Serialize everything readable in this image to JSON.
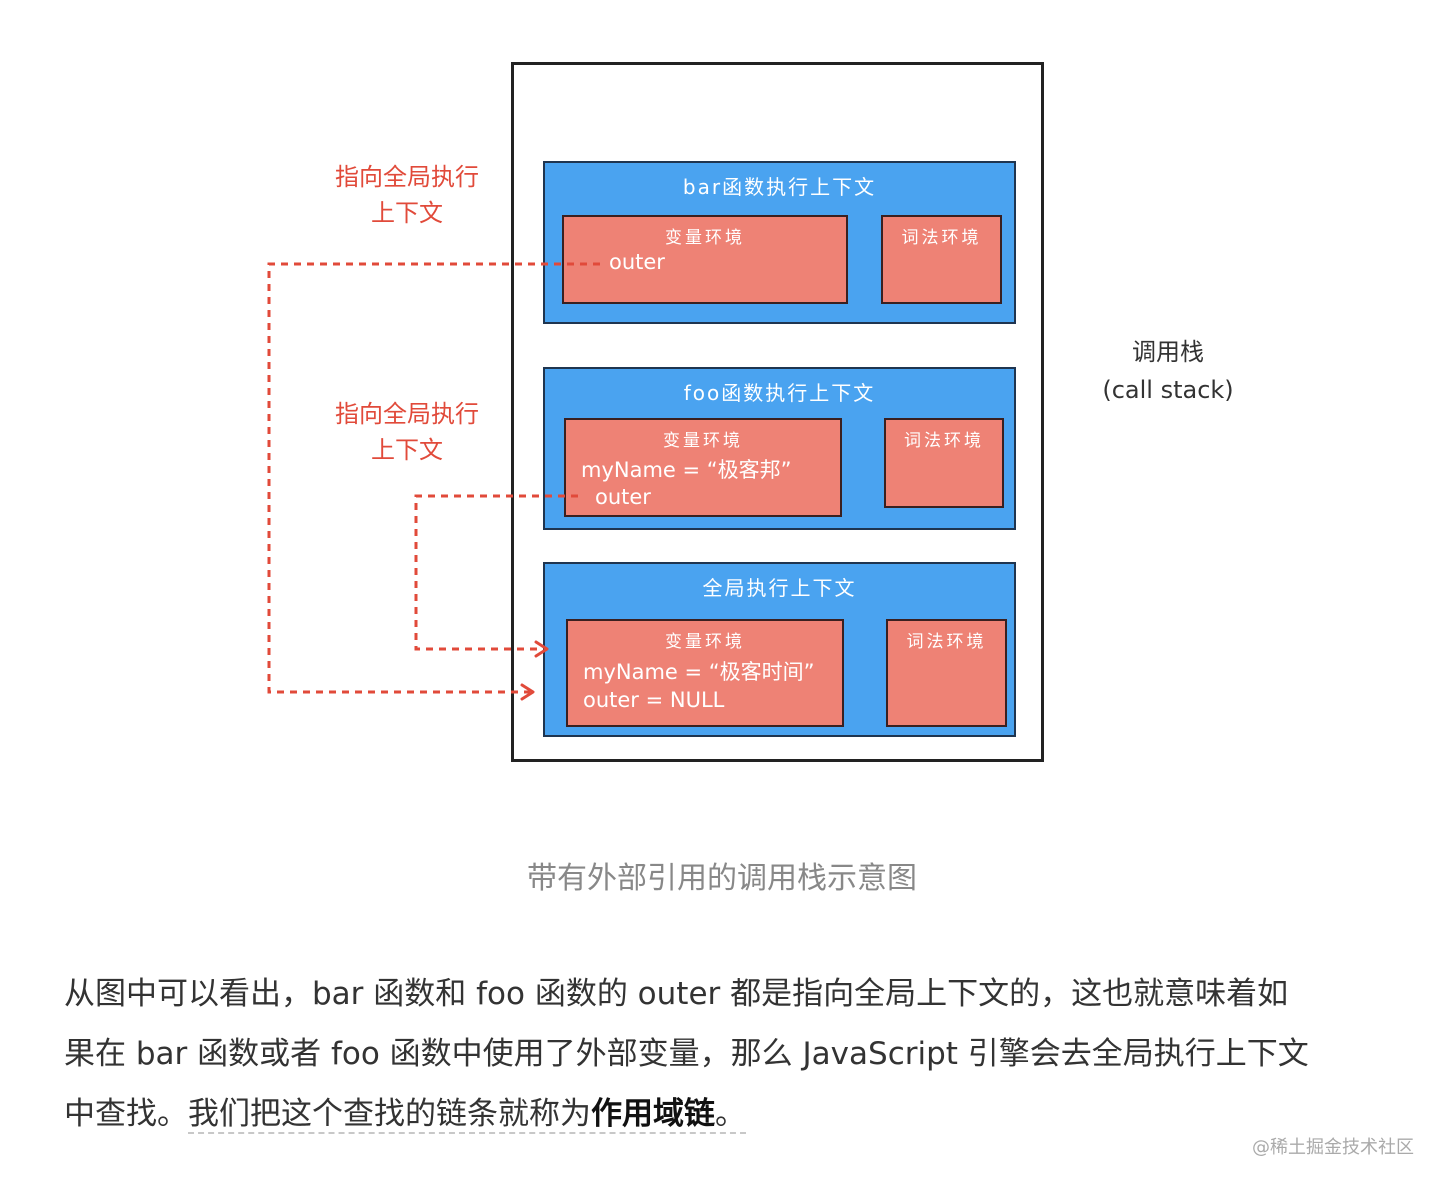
{
  "diagram": {
    "stack_label": [
      "调用栈",
      "(call stack)"
    ],
    "pointer_labels": [
      [
        "指向全局执行",
        "上下文"
      ],
      [
        "指向全局执行",
        "上下文"
      ]
    ],
    "contexts": [
      {
        "title": "bar函数执行上下文",
        "variable_env": {
          "title": "变量环境",
          "lines": [
            "outer"
          ]
        },
        "lexical_env": {
          "title": "词法环境"
        }
      },
      {
        "title": "foo函数执行上下文",
        "variable_env": {
          "title": "变量环境",
          "lines": [
            "myName = “极客邦”",
            "outer"
          ]
        },
        "lexical_env": {
          "title": "词法环境"
        }
      },
      {
        "title": "全局执行上下文",
        "variable_env": {
          "title": "变量环境",
          "lines": [
            "myName = “极客时间”",
            "outer = NULL"
          ]
        },
        "lexical_env": {
          "title": "词法环境"
        }
      }
    ],
    "colors": {
      "context": "#4aa3f0",
      "environment": "#ee8275",
      "pointer": "#e14a3a",
      "stack_border": "#222222"
    }
  },
  "caption": "带有外部引用的调用栈示意图",
  "paragraph": {
    "line1": "从图中可以看出，bar 函数和 foo 函数的 outer 都是指向全局上下文的，这也就意味着如",
    "line2": "果在 bar 函数或者 foo 函数中使用了外部变量，那么 JavaScript 引擎会去全局执行上下文",
    "line3_plain": "中查找。",
    "line3_underlined": "我们把这个查找的链条就称为",
    "line3_bold": "作用域链",
    "line3_end": "。"
  },
  "watermark": "@稀土掘金技术社区"
}
